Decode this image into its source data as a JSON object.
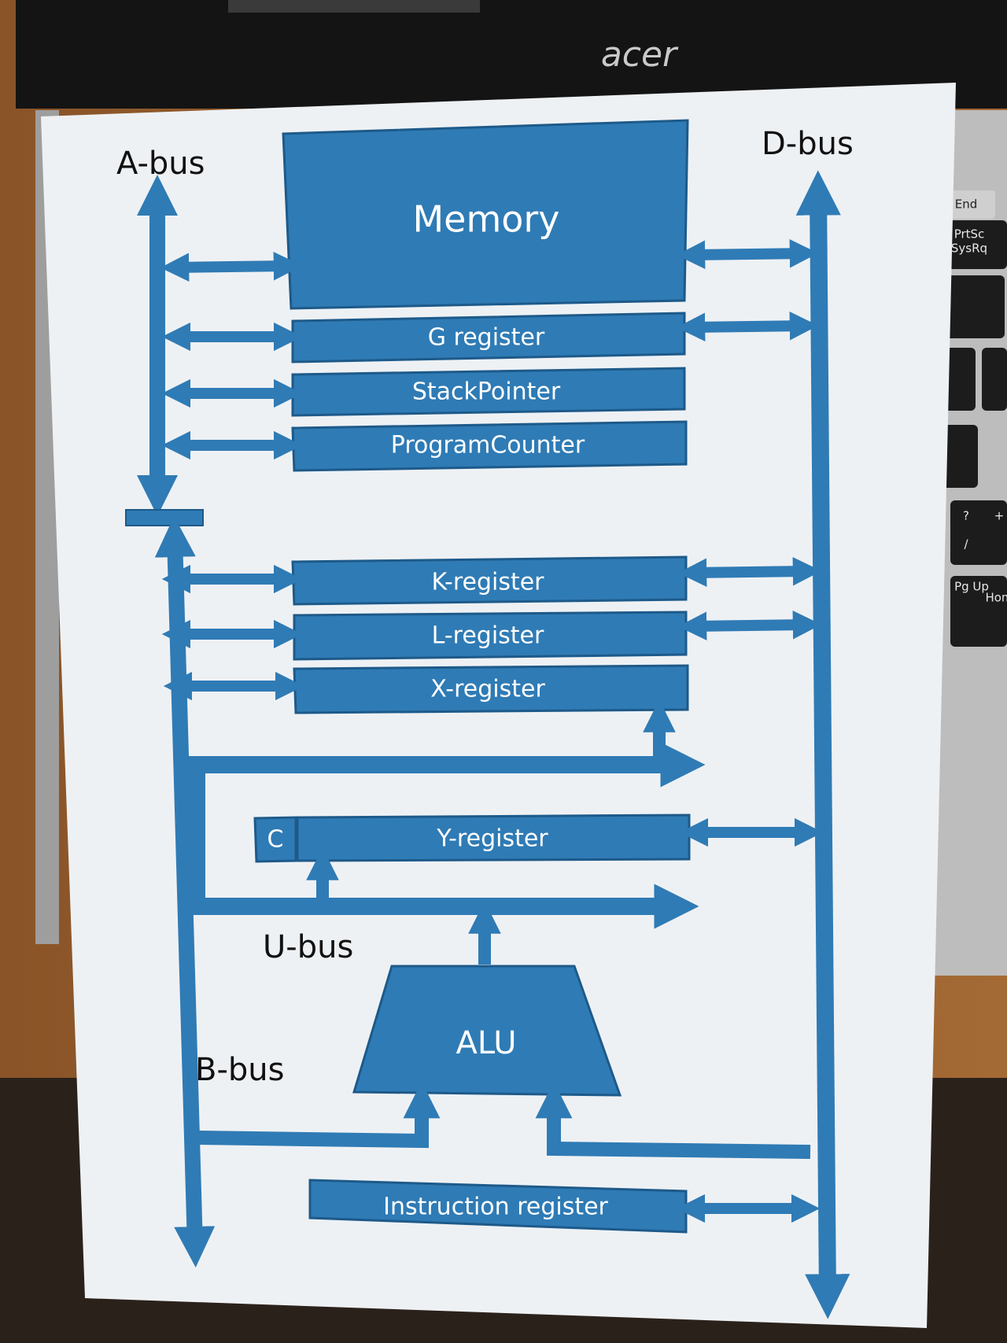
{
  "brand": "acer",
  "keyboard": {
    "keys": [
      "End",
      "PrtSc",
      "SysRq",
      "*",
      "?",
      "/",
      "+",
      "Pg Up",
      "Hom"
    ]
  },
  "diagram": {
    "colors": {
      "primary": "#2f7bb5",
      "edge": "#1d5a8a",
      "paper": "#eef1f4",
      "text_dark": "#111111"
    },
    "buses": {
      "a_bus": "A-bus",
      "d_bus": "D-bus",
      "u_bus": "U-bus",
      "b_bus": "B-bus"
    },
    "blocks": {
      "memory": "Memory",
      "g_register": "G register",
      "stack_pointer": "StackPointer",
      "program_counter": "ProgramCounter",
      "k_register": "K-register",
      "l_register": "L-register",
      "x_register": "X-register",
      "carry": "C",
      "y_register": "Y-register",
      "alu": "ALU",
      "instruction_register": "Instruction register"
    }
  }
}
